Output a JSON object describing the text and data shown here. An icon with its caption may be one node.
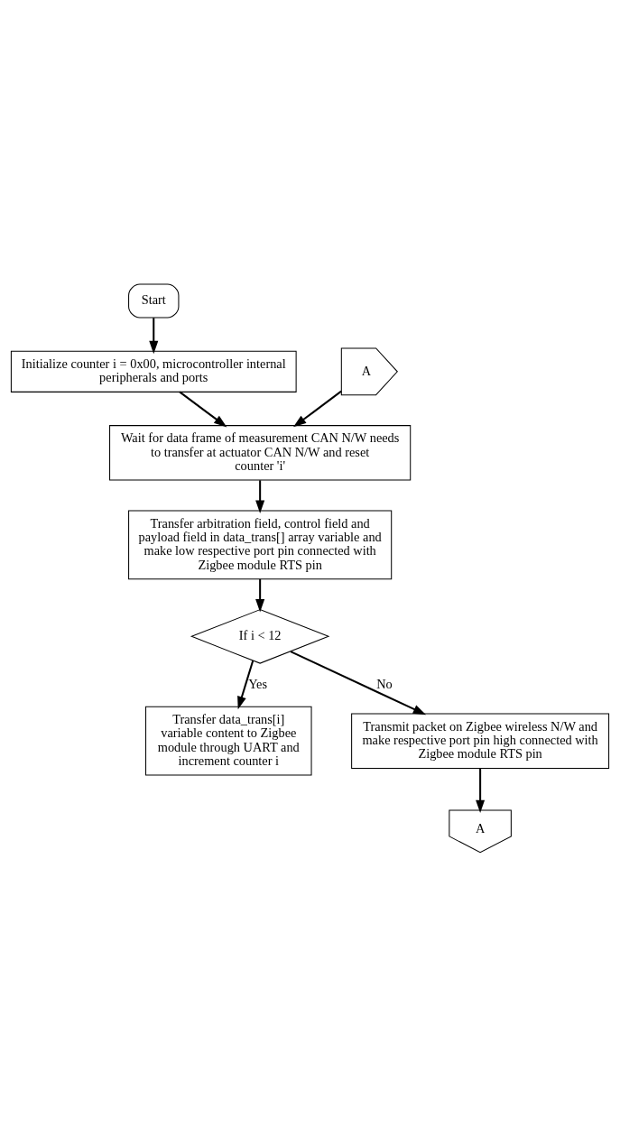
{
  "diagram": {
    "nodes": [
      {
        "text": [
          "Start"
        ]
      },
      {
        "text": [
          "Initialize counter i = 0x00, microcontroller internal peripherals and ports"
        ]
      },
      {
        "text": [
          "A"
        ]
      },
      {
        "text": [
          "Wait for data frame of measurement CAN N/W needs to transfer at actuator CAN N/W and reset counter 'i'"
        ]
      },
      {
        "text": [
          "Transfer arbitration field, control field and payload field in data_trans[] array variable and make low respective port pin connected with  Zigbee module RTS pin"
        ]
      },
      {
        "text": [
          "If i < 12"
        ]
      },
      {
        "text": [
          "Transfer data_trans[i] variable content to Zigbee module through UART and increment counter i"
        ]
      },
      {
        "text": [
          "Transmit packet on Zigbee wireless N/W and make respective port pin high connected with Zigbee module RTS pin"
        ]
      },
      {
        "text": [
          "A"
        ]
      }
    ],
    "edges": [
      {
        "from": 0,
        "to": 1,
        "arrow": "to"
      },
      {
        "from": 1,
        "to": 3,
        "arrow": "to"
      },
      {
        "from": 2,
        "to": 3,
        "arrow": "to"
      },
      {
        "from": 3,
        "to": 4,
        "arrow": "to"
      },
      {
        "from": 4,
        "to": 5,
        "arrow": "to"
      },
      {
        "from": 5,
        "to": 6,
        "arrow": "to",
        "label": "Yes"
      },
      {
        "from": 5,
        "to": 7,
        "arrow": "to",
        "label": "No"
      },
      {
        "from": 7,
        "to": 8,
        "arrow": "to"
      }
    ]
  }
}
